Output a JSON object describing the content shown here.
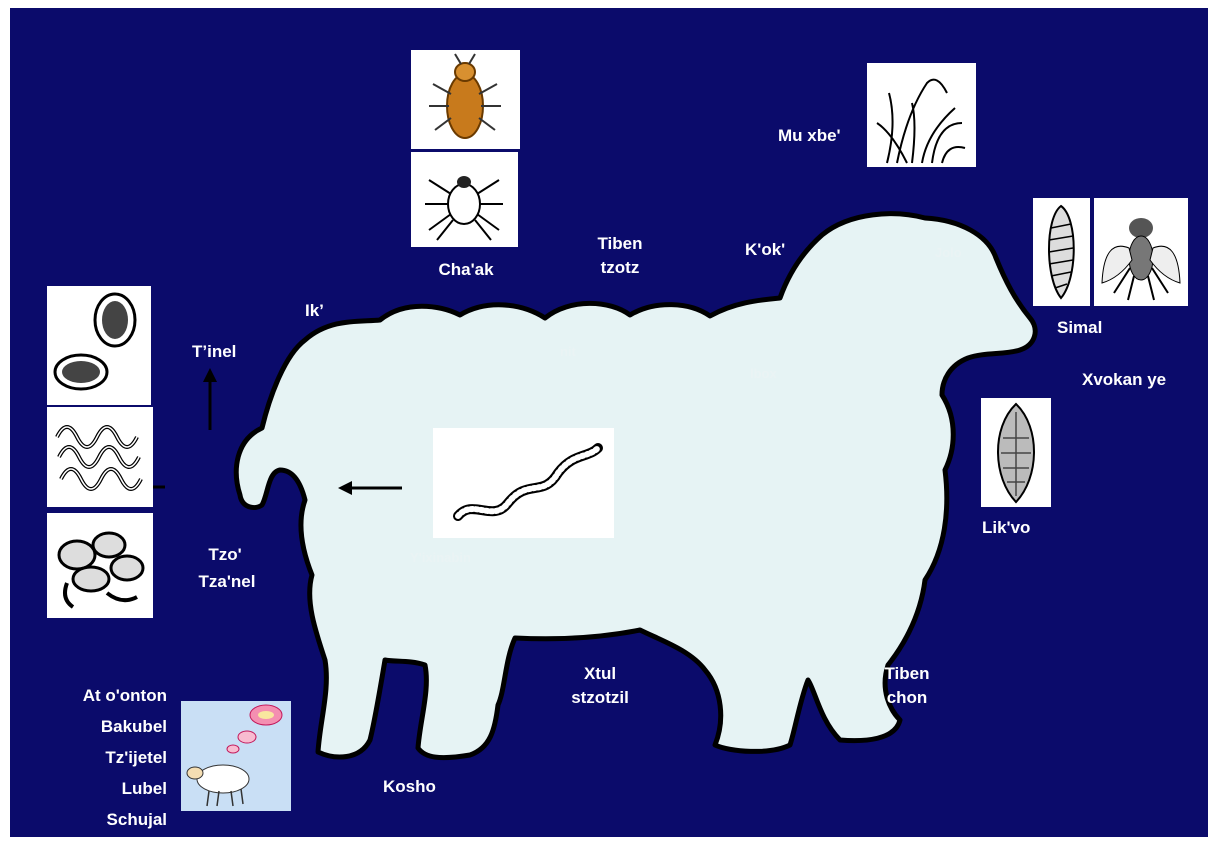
{
  "colors": {
    "background": "#0b0b6b",
    "sheep_fill": "#e6f3f4",
    "sheep_outline": "#000000",
    "label_text": "#ffffff"
  },
  "labels": {
    "ik": "Ik’",
    "tinel": "T’inel",
    "chaak": "Cha'ak",
    "tiben_tzotz": [
      "Tiben",
      "tzotz"
    ],
    "kok": "K'ok'",
    "mu_xbe": "Mu xbe'",
    "simal": "Simal",
    "xvokan_ye": "Xvokan ye",
    "likvo": "Lik'vo",
    "tzo": "Tzo'",
    "tzanel": "Tza'nel",
    "xtul_stzotzil": [
      "Xtul",
      "stzotzil"
    ],
    "tiben_chon": [
      "Tiben",
      "chon"
    ],
    "kosho": "Kosho",
    "symptoms": [
      "At o'onton",
      "Bakubel",
      "Tz'ijetel",
      "Lubel",
      "Schujal"
    ]
  },
  "icons": [
    "louse-image",
    "tick-image",
    "grass-image",
    "fly-larva-image",
    "fly-image",
    "liver-fluke-image",
    "worm-eggs-image",
    "roundworms-image",
    "tapeworm-segments-image",
    "lungworm-image",
    "dreaming-sheep-image"
  ]
}
